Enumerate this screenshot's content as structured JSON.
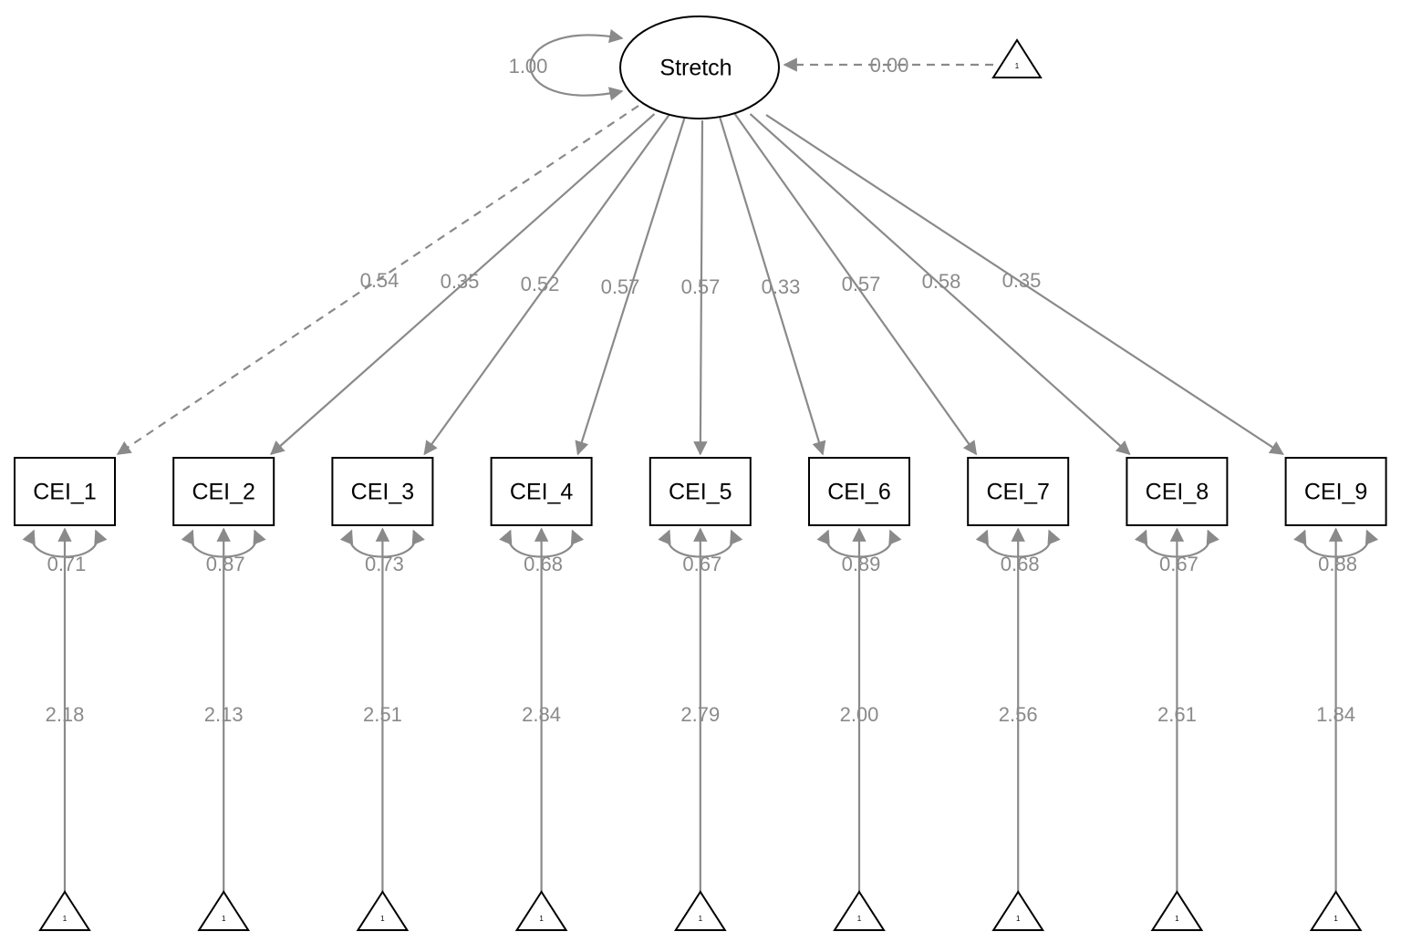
{
  "latent": {
    "label": "Stretch",
    "variance": "1.00",
    "intercept": "0.00",
    "constant": "1"
  },
  "indicators": [
    {
      "label": "CEI_1",
      "loading": "0.54",
      "residual": "0.71",
      "intercept": "2.18",
      "constant": "1",
      "fixed": true
    },
    {
      "label": "CEI_2",
      "loading": "0.35",
      "residual": "0.87",
      "intercept": "2.13",
      "constant": "1",
      "fixed": false
    },
    {
      "label": "CEI_3",
      "loading": "0.52",
      "residual": "0.73",
      "intercept": "2.51",
      "constant": "1",
      "fixed": false
    },
    {
      "label": "CEI_4",
      "loading": "0.57",
      "residual": "0.68",
      "intercept": "2.84",
      "constant": "1",
      "fixed": false
    },
    {
      "label": "CEI_5",
      "loading": "0.57",
      "residual": "0.67",
      "intercept": "2.79",
      "constant": "1",
      "fixed": false
    },
    {
      "label": "CEI_6",
      "loading": "0.33",
      "residual": "0.89",
      "intercept": "2.00",
      "constant": "1",
      "fixed": false
    },
    {
      "label": "CEI_7",
      "loading": "0.57",
      "residual": "0.68",
      "intercept": "2.56",
      "constant": "1",
      "fixed": false
    },
    {
      "label": "CEI_8",
      "loading": "0.58",
      "residual": "0.67",
      "intercept": "2.61",
      "constant": "1",
      "fixed": false
    },
    {
      "label": "CEI_9",
      "loading": "0.35",
      "residual": "0.88",
      "intercept": "1.84",
      "constant": "1",
      "fixed": false
    }
  ],
  "colors": {
    "edge": "#8a8a8a",
    "node_stroke": "#000000",
    "background": "#ffffff"
  }
}
